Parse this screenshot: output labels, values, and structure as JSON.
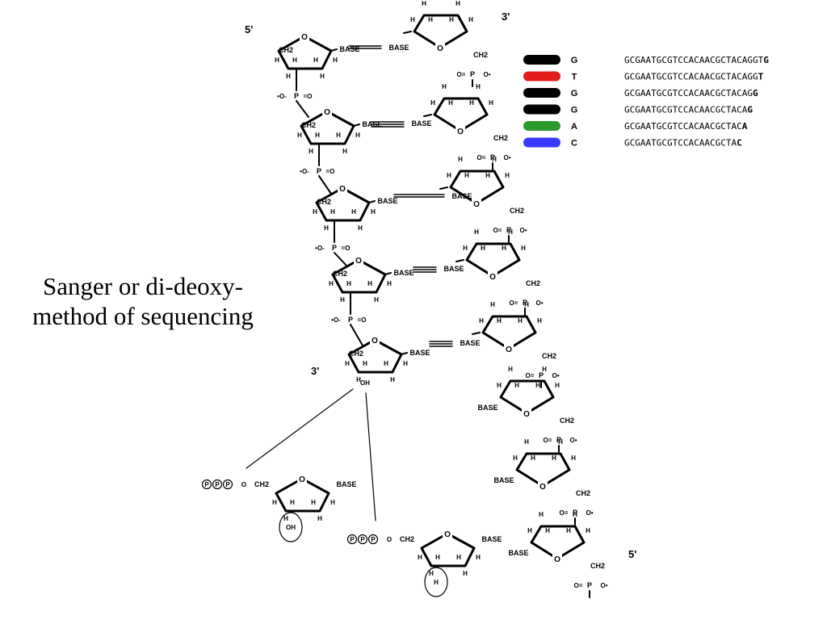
{
  "title_lines": [
    "Sanger or di-deoxy-",
    "method of sequencing"
  ],
  "strand_labels": {
    "top_left": "5'",
    "top_right": "3'",
    "left_end": "3'",
    "bottom_right": "5'"
  },
  "ring_labels": {
    "oxygen": "O",
    "hydrogen": "H",
    "hydroxyl": "OH",
    "ch2": "CH2",
    "base": "BASE",
    "phosphate": "P",
    "phosphate_group_vertical_left": "-O-P=O",
    "phosphate_group_vertical_right": "O=P-O-"
  },
  "nucleotides": {
    "dntp": {
      "phosphates": [
        "P",
        "P",
        "P"
      ],
      "linker": "O",
      "sugar_group": "CH2",
      "base": "BASE",
      "circled_group": "OH"
    },
    "ddntp": {
      "phosphates": [
        "P",
        "P",
        "P"
      ],
      "linker": "O",
      "sugar_group": "CH2",
      "base": "BASE",
      "circled_group": "H"
    }
  },
  "gel_lanes": [
    {
      "base": "G",
      "color": "#000000",
      "sequence": "GCGAATGCGTCCACAACGCTACAGGT",
      "terminal": "G"
    },
    {
      "base": "T",
      "color": "#e21b1b",
      "sequence": "GCGAATGCGTCCACAACGCTACAGG",
      "terminal": "T"
    },
    {
      "base": "G",
      "color": "#000000",
      "sequence": "GCGAATGCGTCCACAACGCTACAG",
      "terminal": "G"
    },
    {
      "base": "G",
      "color": "#000000",
      "sequence": "GCGAATGCGTCCACAACGCTACA",
      "terminal": "G"
    },
    {
      "base": "A",
      "color": "#2b9a2b",
      "sequence": "GCGAATGCGTCCACAACGCTAC",
      "terminal": "A"
    },
    {
      "base": "C",
      "color": "#3a3aff",
      "sequence": "GCGAATGCGTCCACAACGCTA",
      "terminal": "C"
    }
  ]
}
